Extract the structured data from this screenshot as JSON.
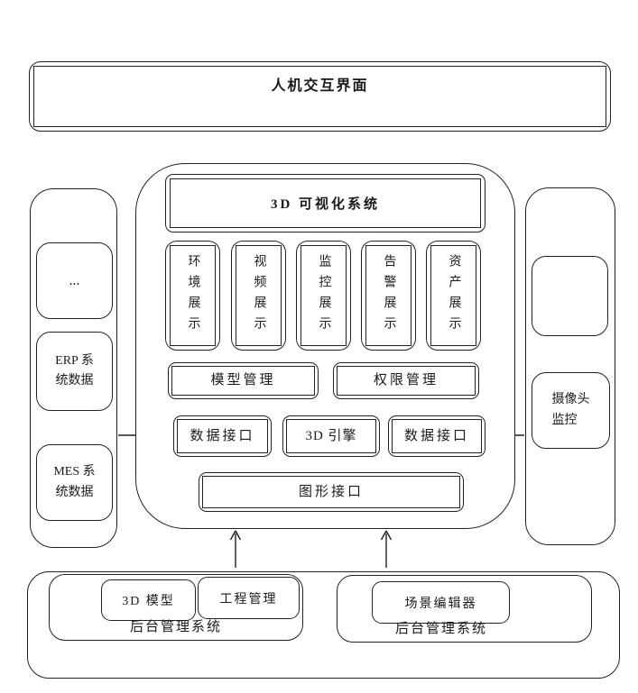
{
  "diagram": {
    "hmi_title": "人机交互界面",
    "visualization": {
      "title": "3D 可视化系统",
      "displays": [
        "环境展示",
        "视频展示",
        "监控展示",
        "告警展示",
        "资产展示"
      ],
      "model_mgmt": "模型管理",
      "perm_mgmt": "权限管理",
      "data_if_left": "数据接口",
      "engine": "3D 引擎",
      "data_if_right": "数据接口",
      "graphics_if": "图形接口"
    },
    "left_panel": {
      "ellipsis": "...",
      "erp": "ERP 系\n统数据",
      "mes": "MES 系\n统数据"
    },
    "right_panel": {
      "camera": "摄像头\n监控"
    },
    "backend_left": {
      "model3d": "3D 模型",
      "project_mgmt": "工程管理",
      "label": "后台管理系统"
    },
    "backend_right": {
      "scene_editor": "场景编辑器",
      "label": "后台管理系统"
    }
  },
  "colors": {
    "line": "#1f1f1f",
    "background": "#ffffff"
  }
}
